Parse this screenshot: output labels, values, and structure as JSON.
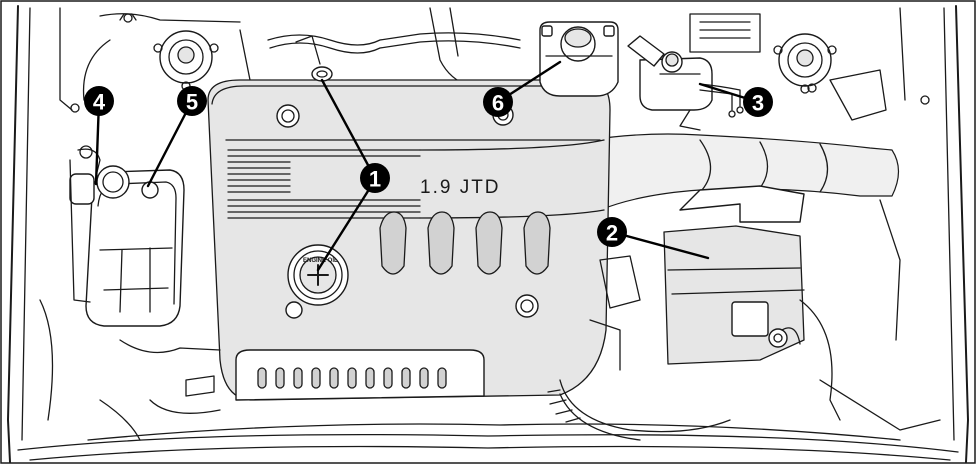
{
  "engine_label": "1.9 JTD",
  "oil_cap_text": "ENGINE OIL",
  "callouts": [
    "1",
    "2",
    "3",
    "4",
    "5",
    "6"
  ]
}
